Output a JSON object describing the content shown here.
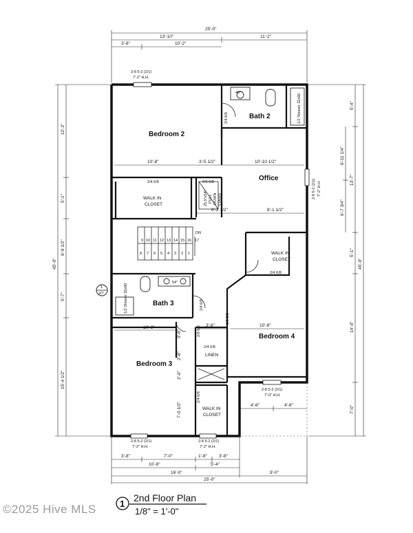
{
  "rooms": {
    "bedroom2": "Bedroom 2",
    "bath2": "Bath 2",
    "office": "Office",
    "walkin_closet_a_1": "WALK IN",
    "walkin_closet_a_2": "CLOSET",
    "walkin_closet_b_1": "WALK IN",
    "walkin_closet_b_2": "CLOSET",
    "walkin_closet_c_1": "WALK IN",
    "walkin_closet_c_2": "CLOSET",
    "bath3": "Bath 3",
    "bedroom3": "Bedroom 3",
    "bedroom4": "Bedroom 4",
    "linen": "LINEN"
  },
  "fixtures": {
    "shower_bath2": "1/2 Shower 32x60",
    "shower_bath3": "1/2 Shower 32x60",
    "vanity_bath2": "48\"",
    "vanity_bath3": "54\"",
    "pull_down_stairs_1": "25.5\"x54\"",
    "pull_down_stairs_2": "PULL",
    "pull_down_stairs_3": "DOWN",
    "pull_down_stairs_4": "STAIRS",
    "stair_dn": "DN",
    "stair_upper_numbers": [
      "9",
      "10",
      "11",
      "12",
      "13",
      "14",
      "15",
      "16",
      "17"
    ],
    "stair_lower_numbers": [
      "8",
      "7",
      "6",
      "5",
      "4",
      "3",
      "2",
      "1"
    ],
    "section_marker_top": "1",
    "section_marker_bottom": "2/7"
  },
  "dimensions": {
    "top_overall": "25'-0\"",
    "top_left": "13'-10\"",
    "top_right": "11'-2\"",
    "top_sub_left": "3'-8\"",
    "top_sub_mid": "10'-2\"",
    "left_1": "12'-2\"",
    "left_2": "5'-1\"",
    "left_3": "6'-9 1/2\"",
    "left_4": "5'-7\"",
    "left_5": "15'-4 1/2\"",
    "left_overall": "45'-0\"",
    "right_1": "5'-4\"",
    "right_2": "6'-11 1/4\"",
    "right_3": "6'-7 3/4\"",
    "right_4": "13'-7\"",
    "right_5": "5'-1\"",
    "right_6": "14'-0\"",
    "right_7": "7'-0\"",
    "right_overall": "45'-0\"",
    "bedroom2_width": "10'-8\"",
    "hall_width": "3'-5 1/2\"",
    "office_width": "10'-10 1/2\"",
    "hall_lower": "6'-2 1/2\"",
    "office_lower": "8'-1 1/2\"",
    "bedroom3_width": "10'-8\"",
    "linen_width": "3'-8\"",
    "bedroom4_width": "10'-8\"",
    "bed3_hall_1": "3'-8\"",
    "bed3_hall_2": "2'-8\"",
    "bed3_hall_3": "2'-0\"",
    "bed3_closet_h": "7'-0 1/2\"",
    "bottom_right_1": "4'-6\"",
    "bottom_right_2": "4'-6\"",
    "bottom_sub_1": "3'-8\"",
    "bottom_sub_2": "7'-0\"",
    "bottom_sub_3": "1'-8\"",
    "bottom_sub_4": "3'-8\"",
    "bottom_mid_1": "10'-8\"",
    "bottom_mid_2": "5'-4\"",
    "bottom_16": "16'-0\"",
    "bottom_9": "9'-0\"",
    "bottom_overall": "25'-0\""
  },
  "doors": {
    "bath2_door": "2/4 6/8",
    "closet_a_door": "2/4 6/8",
    "office_door": "2/6 6/8",
    "closet_b_door": "2/4 6/8",
    "bath3_door": "2/4 6/8",
    "bed3_door": "2/6 6/8",
    "bed4_door": "2/6 6/8",
    "linen_door": "2/4 6/8",
    "closet_c_door": "2/4 6/8"
  },
  "windows": {
    "w_top_1": "2-8 5-2 (2/1)",
    "w_top_2": "7'-2\" H.H.",
    "w_right_1": "2-8 5-2 (2/1)",
    "w_right_2": "7'-2\" H.H.",
    "w_bed4_1": "2-8 5-2 (2/1)",
    "w_bed4_2": "7'-0\" H.H.",
    "w_bot_a_1": "2-8 5-2 (2/1)",
    "w_bot_a_2": "7'-2\" H.H.",
    "w_bot_b_1": "2-8 5-2 (2/1)",
    "w_bot_b_2": "7'-2\" H.H."
  },
  "title": {
    "number": "1",
    "name": "2nd Floor Plan",
    "scale": "1/8\" = 1'-0\""
  },
  "watermark": "©2025 Hive MLS"
}
